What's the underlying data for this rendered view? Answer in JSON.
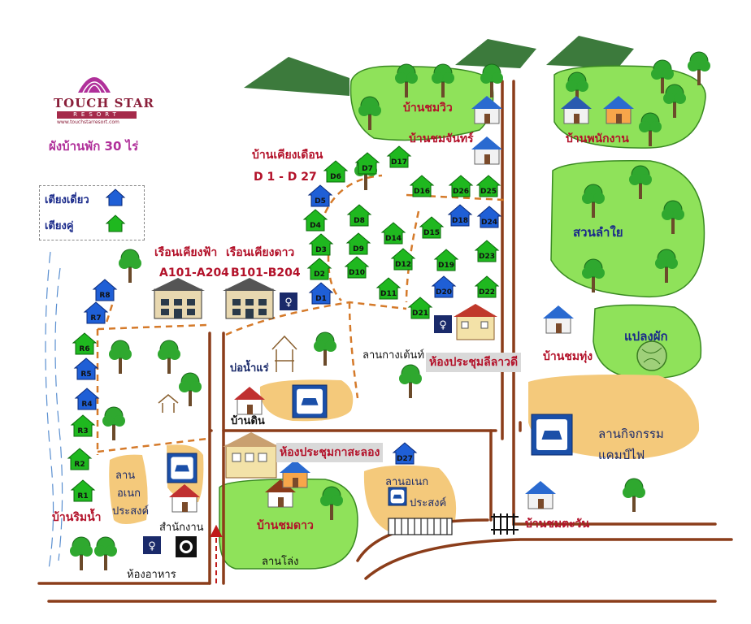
{
  "logo": {
    "name": "TOUCH STAR",
    "sub": "RESORT",
    "url": "www.touchstarresort.com"
  },
  "title": "ผังบ้านพัก 30 ไร่",
  "legend": {
    "single": "เตียงเดี่ยว",
    "double": "เตียงคู่"
  },
  "colors": {
    "single_bed": "#1f5fd6",
    "double_bed": "#1fb81f",
    "grass": "#8fe25a",
    "sand": "#f4c97b",
    "road": "#8b3d1a",
    "path": "#d57a2a",
    "accent": "#b3122a"
  },
  "places": {
    "chomwiw": "บ้านชมวิว",
    "chomjan": "บ้านชมจันทร์",
    "staff": "บ้านพนักงาน",
    "khiangduean": "บ้านเคียงเดือน",
    "d_range": "D 1 - D 27",
    "longan": "สวนลำใย",
    "khiangfa": "เรือนเคียงฟ้า",
    "a_range": "A101-A204",
    "khiangdao": "เรือนเคียงดาว",
    "b_range": "B101-B204",
    "chomthung": "บ้านชมทุ่ง",
    "veggie": "แปลงผัก",
    "pond": "บ่อน้ำแร่",
    "camping": "ลานกางเต้นท์",
    "meeting_lawadee": "ห้องประชุมลีลาวดี",
    "mudhouse": "บ้านดิน",
    "activity_line1": "ลานกิจกรรม",
    "activity_line2": "แคมป์ไฟ",
    "meeting_kasalong": "ห้องประชุมกาสะลอง",
    "multi_left_1": "ลาน",
    "multi_left_2": "อเนก",
    "multi_left_3": "ประสงค์",
    "multi_right_1": "ลานอเนก",
    "multi_right_2": "ประสงค์",
    "riverside": "บ้านริมน้ำ",
    "office": "สำนักงาน",
    "chomdao": "บ้านชมดาว",
    "chomtawan": "บ้านชมตะวัน",
    "lawn": "ลานโล่ง",
    "dining": "ห้องอาหาร"
  },
  "houses": [
    {
      "id": "D1",
      "color": "blue"
    },
    {
      "id": "D2",
      "color": "green"
    },
    {
      "id": "D3",
      "color": "green"
    },
    {
      "id": "D4",
      "color": "green"
    },
    {
      "id": "D5",
      "color": "blue"
    },
    {
      "id": "D6",
      "color": "green"
    },
    {
      "id": "D7",
      "color": "green"
    },
    {
      "id": "D8",
      "color": "green"
    },
    {
      "id": "D9",
      "color": "green"
    },
    {
      "id": "D10",
      "color": "green"
    },
    {
      "id": "D11",
      "color": "green"
    },
    {
      "id": "D12",
      "color": "green"
    },
    {
      "id": "D14",
      "color": "green"
    },
    {
      "id": "D15",
      "color": "green"
    },
    {
      "id": "D16",
      "color": "green"
    },
    {
      "id": "D17",
      "color": "green"
    },
    {
      "id": "D18",
      "color": "blue"
    },
    {
      "id": "D19",
      "color": "green"
    },
    {
      "id": "D20",
      "color": "blue"
    },
    {
      "id": "D21",
      "color": "green"
    },
    {
      "id": "D22",
      "color": "green"
    },
    {
      "id": "D23",
      "color": "green"
    },
    {
      "id": "D24",
      "color": "blue"
    },
    {
      "id": "D25",
      "color": "green"
    },
    {
      "id": "D26",
      "color": "green"
    },
    {
      "id": "D27",
      "color": "blue"
    },
    {
      "id": "R8",
      "color": "blue"
    },
    {
      "id": "R7",
      "color": "blue"
    },
    {
      "id": "R6",
      "color": "green"
    },
    {
      "id": "R5",
      "color": "blue"
    },
    {
      "id": "R4",
      "color": "blue"
    },
    {
      "id": "R3",
      "color": "green"
    },
    {
      "id": "R2",
      "color": "green"
    },
    {
      "id": "R1",
      "color": "green"
    }
  ]
}
